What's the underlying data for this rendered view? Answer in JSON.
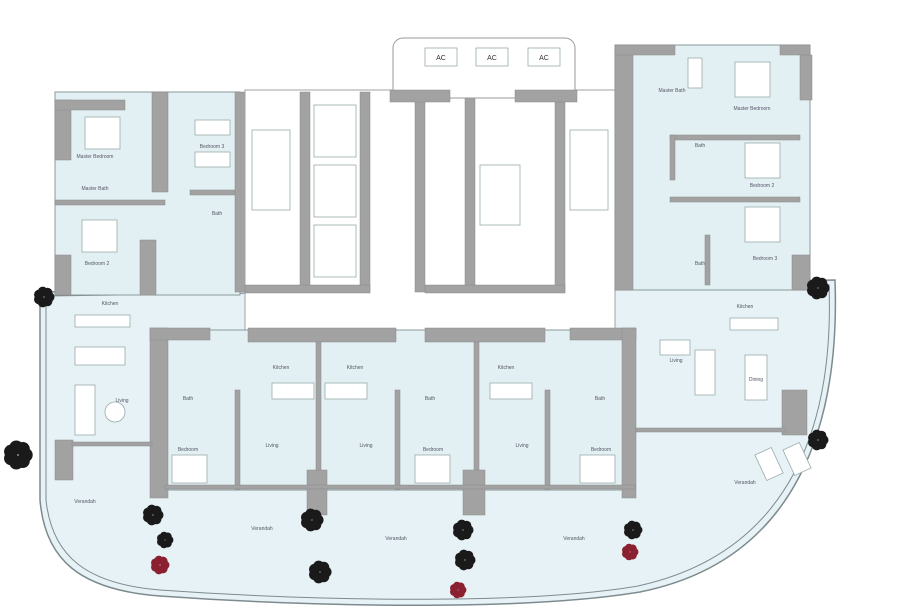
{
  "plan": {
    "colors": {
      "floor": "#e3f0f3",
      "wall": "#a2a2a2",
      "tree": "#1a1a1a",
      "tree_accent": "#8a2030"
    },
    "ac_units": [
      "AC",
      "AC",
      "AC"
    ],
    "upper_left_unit": [
      "Master Bedroom",
      "Master Bath",
      "Bedroom 2",
      "Bedroom 3",
      "Bath"
    ],
    "upper_right_unit": [
      "Master Bath",
      "Master Bedroom",
      "Bath",
      "Bedroom 2",
      "Bath",
      "Bedroom 3"
    ],
    "left_living": [
      "Kitchen",
      "Living",
      "Verandah"
    ],
    "right_living": [
      "Kitchen",
      "Living",
      "Dining",
      "Verandah"
    ],
    "lower_units": [
      {
        "bath": "Bath",
        "bedroom": "Bedroom",
        "kitchen": "Kitchen",
        "living": "Living"
      },
      {
        "kitchen": "Kitchen",
        "living": "Living"
      },
      {
        "bath": "Bath",
        "bedroom": "Bedroom",
        "kitchen": "Kitchen",
        "living": "Living"
      },
      {
        "bath": "Bath",
        "bedroom": "Bedroom"
      }
    ],
    "verandahs": [
      "Verandah",
      "Verandah",
      "Verandah"
    ]
  }
}
